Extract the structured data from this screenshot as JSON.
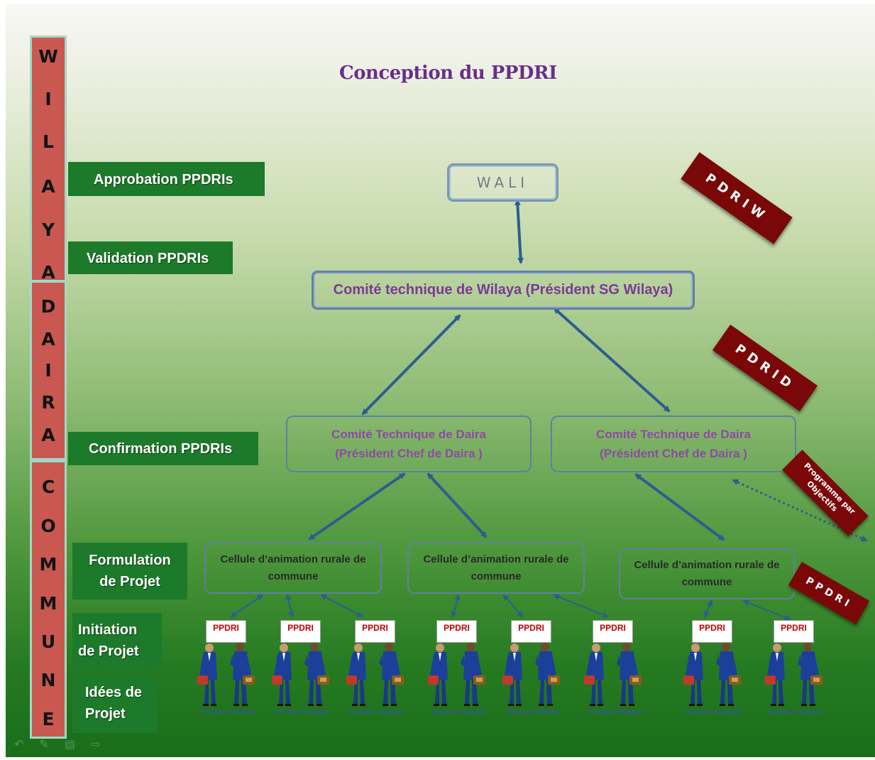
{
  "title": "Conception du PPDRI",
  "colors": {
    "band_fill": "#c85850",
    "band_border": "#a2d8c6",
    "stage_green": "#1d7a2b",
    "title_purple": "#6a2f88",
    "banner_red": "#7a0808",
    "arrow_blue": "#2f5d8f"
  },
  "levels": [
    {
      "label": "WILAYA",
      "letters": [
        "W",
        "I",
        "L",
        "A",
        "Y",
        "A"
      ]
    },
    {
      "label": "DAIRA",
      "letters": [
        "D",
        "A",
        "I",
        "R",
        "A"
      ]
    },
    {
      "label": "COMMUNE",
      "letters": [
        "C",
        "O",
        "M",
        "M",
        "U",
        "N",
        "E"
      ]
    }
  ],
  "stages": {
    "approbation": "Approbation PPDRIs",
    "validation": "Validation PPDRIs",
    "confirmation": "Confirmation PPDRIs",
    "formulation": [
      "Formulation",
      "de Projet"
    ],
    "initiation": [
      "Initiation",
      "de Projet"
    ],
    "idees": [
      "Idées de",
      "Projet"
    ]
  },
  "nodes": {
    "wali": "WALI",
    "comite_wilaya": "Comité technique de Wilaya (Président SG Wilaya)",
    "comite_daira": [
      "Comité Technique de Daira",
      "(Président Chef de Daira )"
    ],
    "cellule": [
      "Cellule d’animation rurale de",
      "commune"
    ]
  },
  "banners": {
    "pdriw": "PDRIW",
    "pdrid": "PDRID",
    "programme": [
      "Programme par",
      "Objectifs"
    ],
    "ppdri": "PPDRI"
  },
  "groups": {
    "sign": "PPDRI",
    "caption": "Animateur Facilitateur"
  }
}
